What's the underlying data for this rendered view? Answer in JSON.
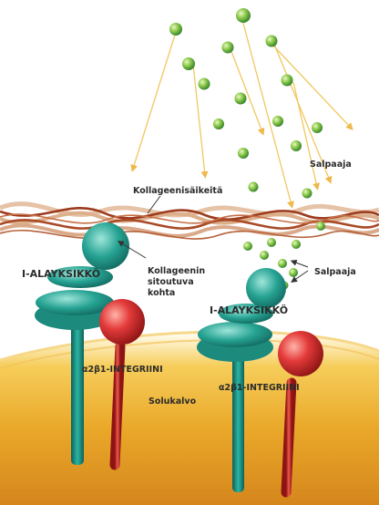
{
  "labels": {
    "inhibitor_top": "Salpaaja",
    "collagen_fibers": "Kollageenisäikeitä",
    "i_subunit_left": "I-ALAYKSIKKÖ",
    "collagen_binding_line1": "Kollageenin",
    "collagen_binding_line2": "sitoutuva",
    "collagen_binding_line3": "kohta",
    "inhibitor_mid": "Salpaaja",
    "i_subunit_right": "I-ALAYKSIKKÖ",
    "integrin_left": "α2β1-INTEGRIINI",
    "cell_membrane": "Solukalvo",
    "integrin_right": "α2β1-INTEGRIINI"
  },
  "colors": {
    "inhibitor_dot": "#7cc242",
    "arrow": "#f0c860",
    "collagen": "#b05a32",
    "integrin_alpha": "#2aa79b",
    "integrin_beta": "#e03c3c",
    "membrane": "#f3c04a"
  }
}
